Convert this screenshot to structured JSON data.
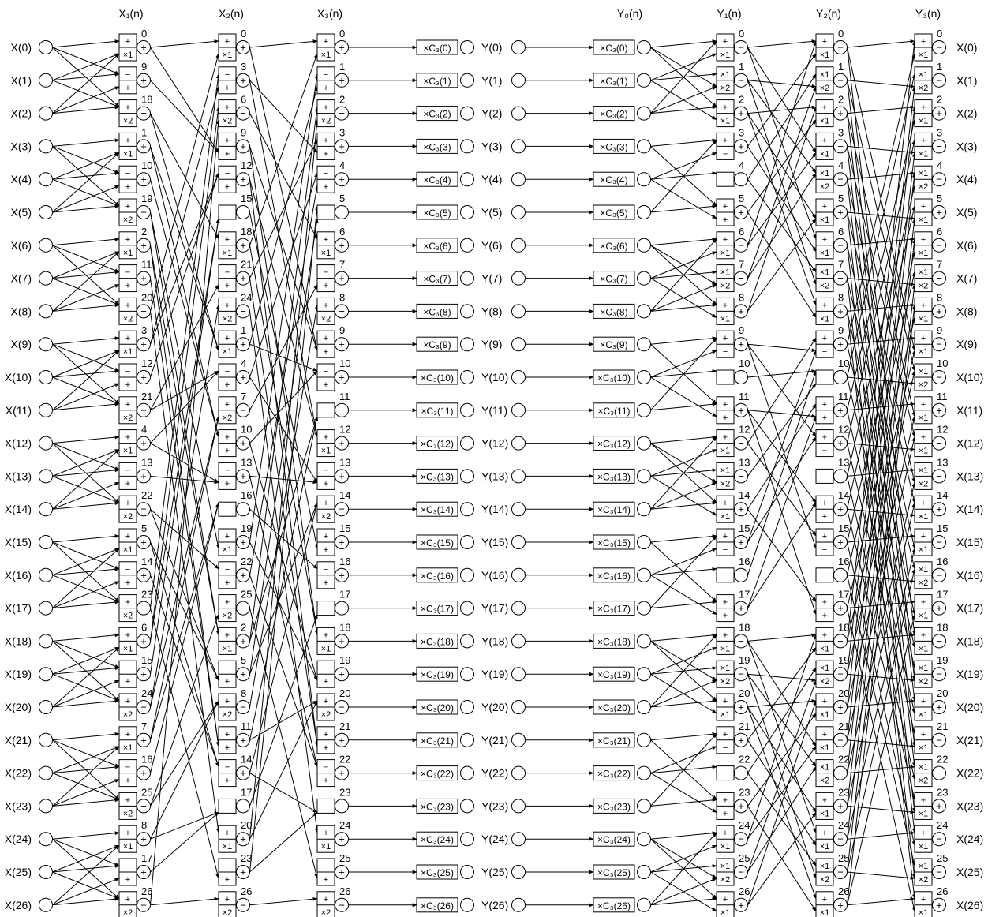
{
  "headers": {
    "x1": "X₁(n)",
    "x2": "X₂(n)",
    "x3": "X₃(n)",
    "y0": "Y₀(n)",
    "y1": "Y₁(n)",
    "y2": "Y₂(n)",
    "y3": "Y₃(n)"
  },
  "row_count": 27,
  "input_labels": [
    "X(0)",
    "X(1)",
    "X(2)",
    "X(3)",
    "X(4)",
    "X(5)",
    "X(6)",
    "X(7)",
    "X(8)",
    "X(9)",
    "X(10)",
    "X(11)",
    "X(12)",
    "X(13)",
    "X(14)",
    "X(15)",
    "X(16)",
    "X(17)",
    "X(18)",
    "X(19)",
    "X(20)",
    "X(21)",
    "X(22)",
    "X(23)",
    "X(24)",
    "X(25)",
    "X(26)"
  ],
  "mid_output_labels": [
    "Y(0)",
    "Y(1)",
    "Y(2)",
    "Y(3)",
    "Y(4)",
    "Y(5)",
    "Y(6)",
    "Y(7)",
    "Y(8)",
    "Y(9)",
    "Y(10)",
    "Y(11)",
    "Y(12)",
    "Y(13)",
    "Y(14)",
    "Y(15)",
    "Y(16)",
    "Y(17)",
    "Y(18)",
    "Y(19)",
    "Y(20)",
    "Y(21)",
    "Y(22)",
    "Y(23)",
    "Y(24)",
    "Y(25)",
    "Y(26)"
  ],
  "output_labels": [
    "X(0)",
    "X(1)",
    "X(2)",
    "X(3)",
    "X(4)",
    "X(5)",
    "X(6)",
    "X(7)",
    "X(8)",
    "X(9)",
    "X(10)",
    "X(11)",
    "X(12)",
    "X(13)",
    "X(14)",
    "X(15)",
    "X(16)",
    "X(17)",
    "X(18)",
    "X(19)",
    "X(20)",
    "X(21)",
    "X(22)",
    "X(23)",
    "X(24)",
    "X(25)",
    "X(26)"
  ],
  "multiplier_labels": [
    "×C₃(0)",
    "×C₃(1)",
    "×C₃(2)",
    "×C₃(3)",
    "×C₃(4)",
    "×C₃(5)",
    "×C₃(6)",
    "×C₃(7)",
    "×C₃(8)",
    "×C₃(9)",
    "×C₃(10)",
    "×C₃(11)",
    "×C₃(12)",
    "×C₃(13)",
    "×C₃(14)",
    "×C₃(15)",
    "×C₃(16)",
    "×C₃(17)",
    "×C₃(18)",
    "×C₃(19)",
    "×C₃(20)",
    "×C₃(21)",
    "×C₃(22)",
    "×C₃(23)",
    "×C₃(24)",
    "×C₃(25)",
    "×C₃(26)"
  ],
  "stages": {
    "x1": {
      "indices": [
        0,
        9,
        18,
        1,
        10,
        19,
        2,
        11,
        20,
        3,
        12,
        21,
        4,
        13,
        22,
        5,
        14,
        23,
        6,
        15,
        24,
        7,
        16,
        25,
        8,
        17,
        26
      ],
      "box_top": [
        "+",
        "−",
        "+",
        "+",
        "−",
        "+",
        "+",
        "−",
        "+",
        "+",
        "−",
        "+",
        "+",
        "−",
        "+",
        "+",
        "−",
        "+",
        "+",
        "−",
        "+",
        "+",
        "−",
        "+",
        "+",
        "−",
        "+"
      ],
      "box_bottom": [
        "×1",
        "+",
        "×2",
        "×1",
        "+",
        "×2",
        "×1",
        "+",
        "×2",
        "×1",
        "+",
        "×2",
        "×1",
        "+",
        "×2",
        "×1",
        "+",
        "×2",
        "×1",
        "+",
        "×2",
        "×1",
        "+",
        "×2",
        "×1",
        "+",
        "×2"
      ],
      "circle_sign": [
        "+",
        "+",
        "−",
        "+",
        "+",
        "−",
        "+",
        "+",
        "−",
        "+",
        "+",
        "−",
        "+",
        "+",
        "−",
        "+",
        "+",
        "−",
        "+",
        "+",
        "−",
        "+",
        "+",
        "−",
        "+",
        "+",
        "−"
      ]
    },
    "x2": {
      "indices": [
        0,
        3,
        6,
        9,
        12,
        15,
        18,
        21,
        24,
        1,
        4,
        7,
        10,
        13,
        16,
        19,
        22,
        25,
        2,
        5,
        8,
        11,
        14,
        17,
        20,
        23,
        26
      ],
      "box_top": [
        "+",
        "−",
        "+",
        "+",
        "−",
        "",
        "+",
        "−",
        "+",
        "+",
        "−",
        "+",
        "+",
        "−",
        "",
        "+",
        "−",
        "+",
        "+",
        "−",
        "+",
        "+",
        "−",
        "",
        "+",
        "−",
        "+"
      ],
      "box_bottom": [
        "×1",
        "+",
        "×2",
        "+",
        "+",
        "",
        "×1",
        "+",
        "×2",
        "×1",
        "+",
        "×2",
        "+",
        "+",
        "",
        "×1",
        "+",
        "×2",
        "×1",
        "+",
        "×2",
        "+",
        "+",
        "",
        "×1",
        "+",
        "×2"
      ],
      "circle_sign": [
        "+",
        "+",
        "−",
        "+",
        "+",
        "",
        "+",
        "+",
        "−",
        "+",
        "+",
        "−",
        "+",
        "+",
        "",
        "+",
        "+",
        "−",
        "+",
        "+",
        "−",
        "+",
        "+",
        "",
        "+",
        "+",
        "−"
      ]
    },
    "x3": {
      "indices": [
        0,
        1,
        2,
        3,
        4,
        5,
        6,
        7,
        8,
        9,
        10,
        11,
        12,
        13,
        14,
        15,
        16,
        17,
        18,
        19,
        20,
        21,
        22,
        23,
        24,
        25,
        26
      ],
      "box_top": [
        "+",
        "−",
        "+",
        "+",
        "−",
        "",
        "+",
        "−",
        "+",
        "+",
        "−",
        "",
        "+",
        "−",
        "+",
        "+",
        "−",
        "",
        "+",
        "−",
        "+",
        "+",
        "−",
        "",
        "+",
        "−",
        "+"
      ],
      "box_bottom": [
        "×1",
        "+",
        "×2",
        "+",
        "+",
        "",
        "×1",
        "+",
        "×2",
        "+",
        "+",
        "",
        "×1",
        "+",
        "×2",
        "+",
        "+",
        "",
        "×1",
        "+",
        "×2",
        "+",
        "+",
        "",
        "×1",
        "+",
        "×2"
      ],
      "circle_sign": [
        "+",
        "+",
        "−",
        "+",
        "+",
        "",
        "+",
        "+",
        "−",
        "+",
        "+",
        "",
        "+",
        "+",
        "−",
        "+",
        "+",
        "",
        "+",
        "+",
        "−",
        "+",
        "+",
        "",
        "+",
        "+",
        "−"
      ]
    },
    "y1": {
      "indices": [
        0,
        1,
        2,
        3,
        4,
        5,
        6,
        7,
        8,
        9,
        10,
        11,
        12,
        13,
        14,
        15,
        16,
        17,
        18,
        19,
        20,
        21,
        22,
        23,
        24,
        25,
        26
      ],
      "box_top": [
        "+",
        "×1",
        "+",
        "+",
        "",
        "+",
        "+",
        "×1",
        "+",
        "+",
        "",
        "+",
        "+",
        "×1",
        "+",
        "+",
        "",
        "+",
        "+",
        "×1",
        "+",
        "+",
        "",
        "+",
        "+",
        "×1",
        "+"
      ],
      "box_bottom": [
        "×1",
        "×2",
        "×1",
        "−",
        "",
        "+",
        "×1",
        "×2",
        "×1",
        "−",
        "",
        "+",
        "×1",
        "×2",
        "×1",
        "−",
        "",
        "+",
        "×1",
        "×2",
        "×1",
        "−",
        "",
        "+",
        "×1",
        "×2",
        "×1"
      ],
      "circle_sign": [
        "−",
        "−",
        "+",
        "+",
        "",
        "+",
        "−",
        "−",
        "+",
        "+",
        "",
        "+",
        "−",
        "−",
        "+",
        "+",
        "",
        "+",
        "−",
        "−",
        "+",
        "+",
        "",
        "+",
        "−",
        "−",
        "+"
      ]
    },
    "y2": {
      "indices": [
        0,
        1,
        2,
        3,
        4,
        5,
        6,
        7,
        8,
        9,
        10,
        11,
        12,
        13,
        14,
        15,
        16,
        17,
        18,
        19,
        20,
        21,
        22,
        23,
        24,
        25,
        26
      ],
      "box_top": [
        "+",
        "×1",
        "+",
        "+",
        "×1",
        "+",
        "+",
        "×1",
        "+",
        "+",
        "",
        "+",
        "+",
        "",
        "+",
        "+",
        "",
        "+",
        "+",
        "×1",
        "+",
        "+",
        "×1",
        "+",
        "+",
        "×1",
        "+"
      ],
      "box_bottom": [
        "×1",
        "×2",
        "×1",
        "×1",
        "×2",
        "×1",
        "×1",
        "×2",
        "×1",
        "−",
        "",
        "+",
        "−",
        "",
        "+",
        "−",
        "",
        "+",
        "×1",
        "×2",
        "×1",
        "×1",
        "×2",
        "×1",
        "×1",
        "×2",
        "×1"
      ],
      "circle_sign": [
        "−",
        "−",
        "+",
        "−",
        "−",
        "+",
        "−",
        "−",
        "+",
        "+",
        "",
        "+",
        "+",
        "",
        "+",
        "+",
        "",
        "+",
        "−",
        "−",
        "+",
        "−",
        "−",
        "+",
        "−",
        "−",
        "+"
      ]
    },
    "y3": {
      "indices": [
        0,
        1,
        2,
        3,
        4,
        5,
        6,
        7,
        8,
        9,
        10,
        11,
        12,
        13,
        14,
        15,
        16,
        17,
        18,
        19,
        20,
        21,
        22,
        23,
        24,
        25,
        26
      ],
      "box_top": [
        "+",
        "×1",
        "+",
        "+",
        "×1",
        "+",
        "+",
        "×1",
        "+",
        "+",
        "×1",
        "+",
        "+",
        "×1",
        "+",
        "+",
        "×1",
        "+",
        "+",
        "×1",
        "+",
        "+",
        "×1",
        "+",
        "+",
        "×1",
        "+"
      ],
      "box_bottom": [
        "×1",
        "×2",
        "×1",
        "×1",
        "×2",
        "×1",
        "×1",
        "×2",
        "×1",
        "×1",
        "×2",
        "×1",
        "×1",
        "×2",
        "×1",
        "×1",
        "×2",
        "×1",
        "×1",
        "×2",
        "×1",
        "×1",
        "×2",
        "×1",
        "×1",
        "×2",
        "×1"
      ],
      "circle_sign": [
        "−",
        "−",
        "+",
        "−",
        "−",
        "+",
        "−",
        "−",
        "+",
        "−",
        "−",
        "+",
        "−",
        "−",
        "+",
        "−",
        "−",
        "+",
        "−",
        "−",
        "+",
        "−",
        "−",
        "+",
        "−",
        "−",
        "+"
      ]
    }
  }
}
